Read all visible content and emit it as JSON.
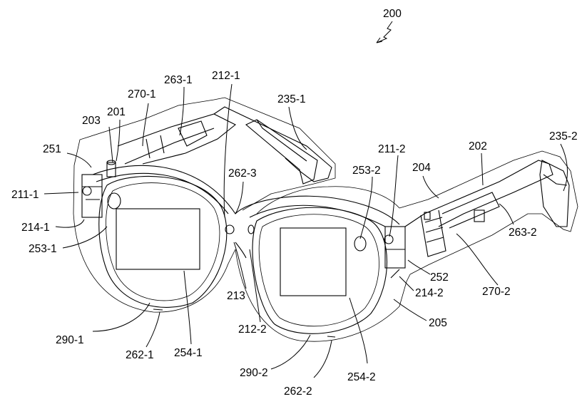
{
  "figure": {
    "number": "200",
    "labels": {
      "l200": "200",
      "l212_1": "212-1",
      "l235_1": "235-1",
      "l270_1": "270-1",
      "l263_1": "263-1",
      "l203": "203",
      "l201": "201",
      "l251": "251",
      "l262_3": "262-3",
      "l211_1": "211-1",
      "l214_1": "214-1",
      "l253_1": "253-1",
      "l211_2": "211-2",
      "l202": "202",
      "l235_2": "235-2",
      "l204": "204",
      "l253_2": "253-2",
      "l263_2": "263-2",
      "l252": "252",
      "l270_2": "270-2",
      "l214_2": "214-2",
      "l213": "213",
      "l205": "205",
      "l212_2": "212-2",
      "l290_1": "290-1",
      "l262_1": "262-1",
      "l254_1": "254-1",
      "l290_2": "290-2",
      "l254_2": "254-2",
      "l262_2": "262-2"
    }
  }
}
